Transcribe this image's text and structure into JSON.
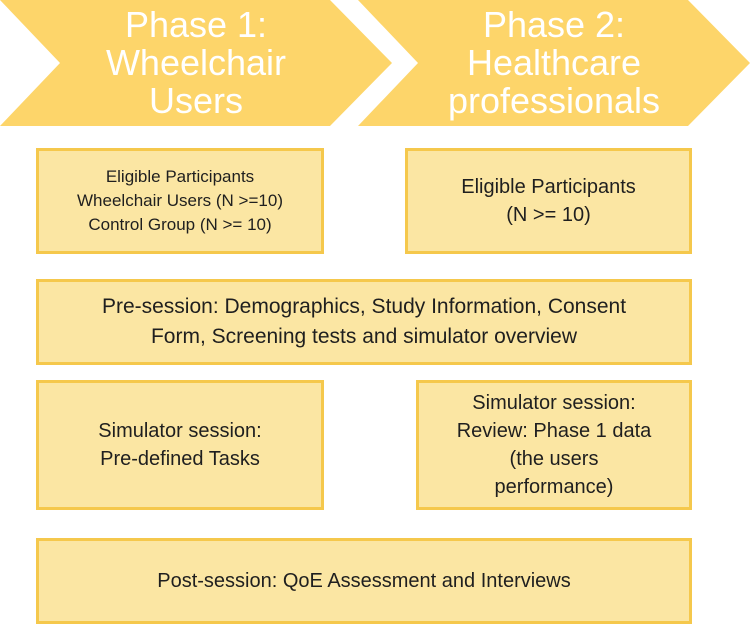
{
  "colors": {
    "chevron_fill": "#fdd56a",
    "box_fill": "#fbe6a3",
    "box_border": "#f5c84c",
    "chevron_text": "#ffffff",
    "box_text": "#1f1f1f"
  },
  "phases": [
    {
      "title": "Phase 1:\nWheelchair\nUsers"
    },
    {
      "title": "Phase 2:\nHealthcare\nprofessionals"
    }
  ],
  "boxes": {
    "phase1_participants": "Eligible Participants\nWheelchair Users (N >=10)\nControl Group (N >= 10)",
    "phase2_participants": "Eligible Participants\n(N >= 10)",
    "pre_session": "Pre-session: Demographics, Study Information, Consent\nForm, Screening tests and simulator overview",
    "phase1_simulator": "Simulator session:\nPre-defined Tasks",
    "phase2_simulator": "Simulator session:\nReview: Phase 1 data\n(the users\nperformance)",
    "post_session": "Post-session: QoE Assessment and Interviews"
  }
}
